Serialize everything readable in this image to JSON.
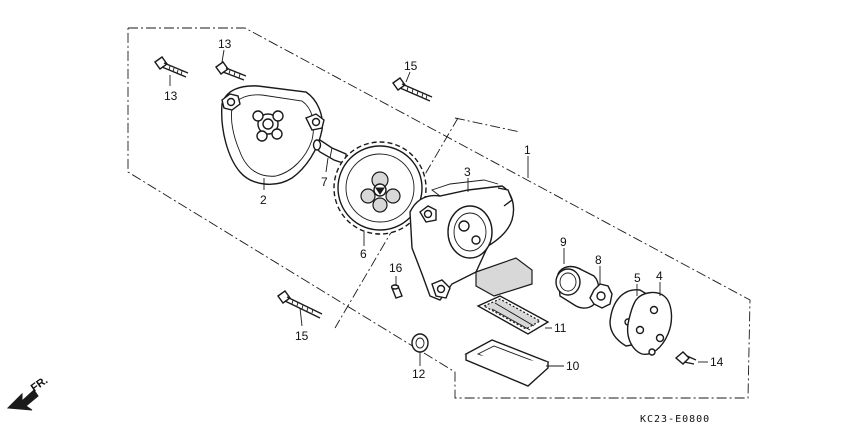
{
  "callouts": {
    "c1": "1",
    "c2": "2",
    "c3": "3",
    "c4": "4",
    "c5": "5",
    "c6": "6",
    "c7": "7",
    "c8": "8",
    "c9": "9",
    "c10": "10",
    "c11": "11",
    "c12": "12",
    "c13a": "13",
    "c13b": "13",
    "c14": "14",
    "c15a": "15",
    "c15b": "15",
    "c16": "16"
  },
  "front_arrow_label": "FR.",
  "drawing_code": "KC23-E0800"
}
